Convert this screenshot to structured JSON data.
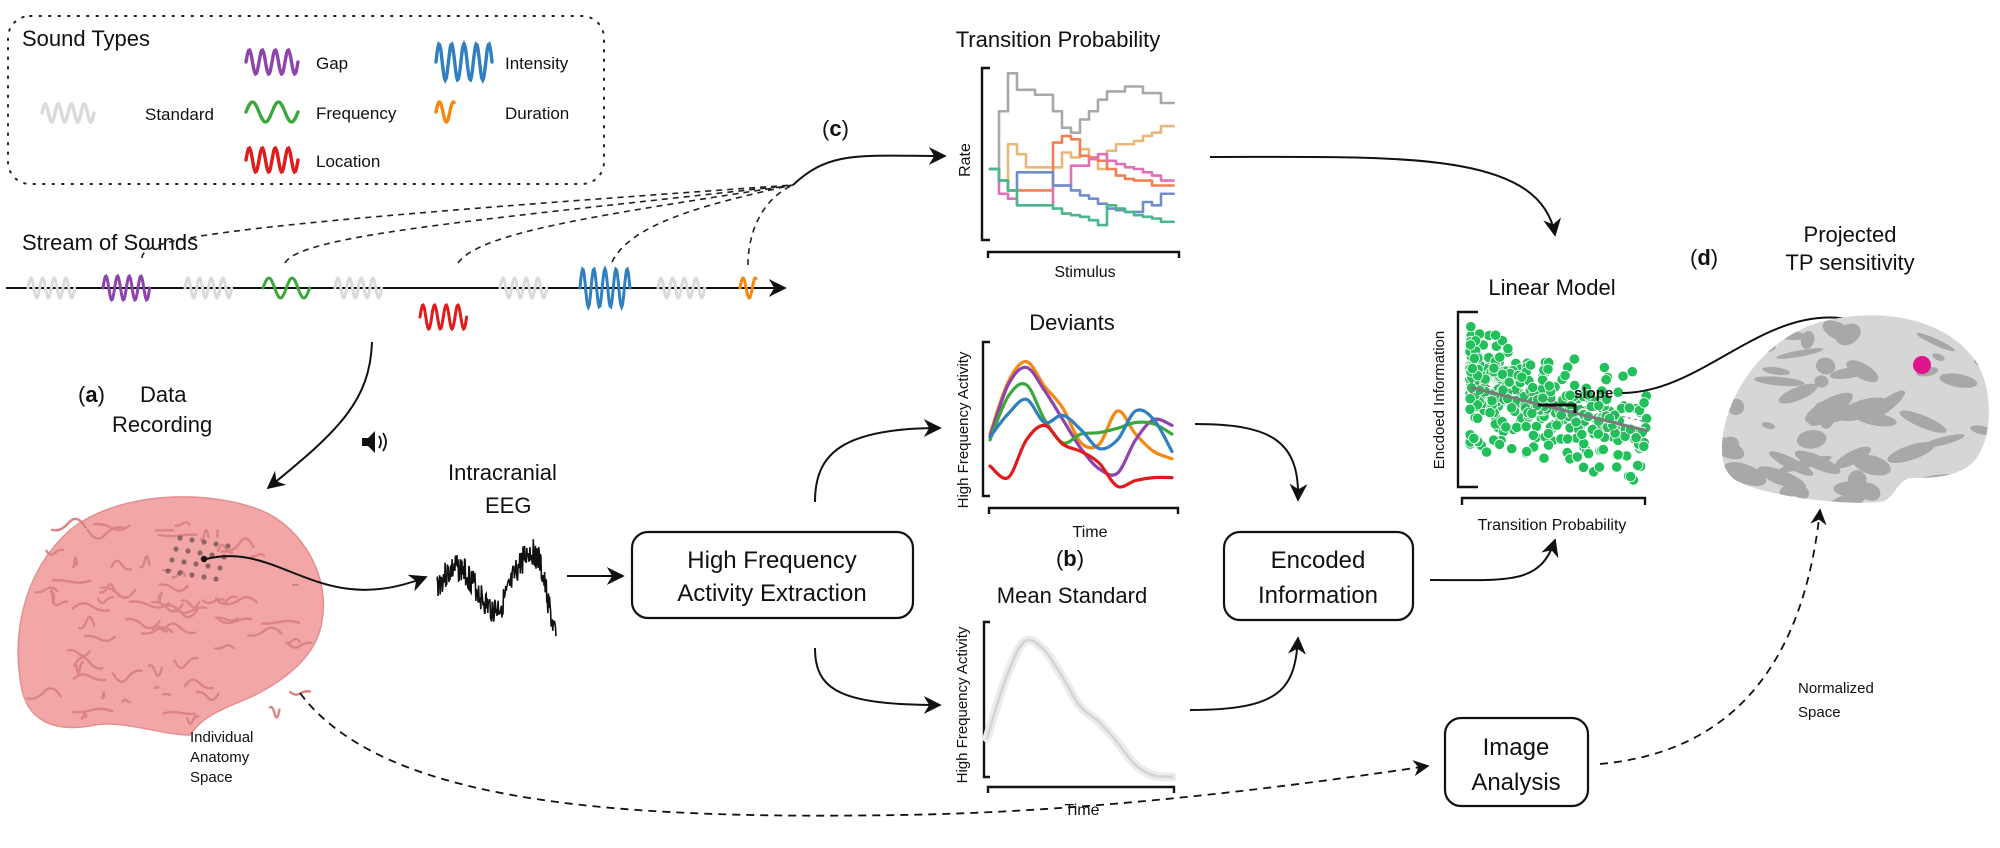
{
  "legend": {
    "title": "Sound Types",
    "items": [
      {
        "label": "Standard",
        "color": "#dadada",
        "icon": "standard-wave-icon"
      },
      {
        "label": "Gap",
        "color": "#8e44ad",
        "icon": "gap-wave-icon"
      },
      {
        "label": "Frequency",
        "color": "#3aa83a",
        "icon": "frequency-wave-icon"
      },
      {
        "label": "Location",
        "color": "#e01b1b",
        "icon": "location-wave-icon"
      },
      {
        "label": "Intensity",
        "color": "#2f7fc1",
        "icon": "intensity-wave-icon"
      },
      {
        "label": "Duration",
        "color": "#f5890f",
        "icon": "duration-wave-icon"
      }
    ]
  },
  "stream": {
    "label": "Stream of Sounds",
    "sequence": [
      "Standard",
      "Gap",
      "Standard",
      "Frequency",
      "Standard",
      "Location",
      "Standard",
      "Intensity",
      "Standard",
      "Duration"
    ]
  },
  "panels": {
    "a": {
      "tag": "a",
      "title_line1": "Data",
      "title_line2": "Recording"
    },
    "b": {
      "tag": "b"
    },
    "c": {
      "tag": "c"
    },
    "d": {
      "tag": "d"
    }
  },
  "labels": {
    "individual_space": [
      "Individual",
      "Anatomy",
      "Space"
    ],
    "eeg": [
      "Intracranial",
      "EEG"
    ],
    "normalized_space": [
      "Normalized",
      "Space"
    ],
    "projected": [
      "Projected",
      "TP sensitivity"
    ],
    "slope": "slope"
  },
  "boxes": {
    "hfa": [
      "High Frequency",
      "Activity Extraction"
    ],
    "encoded": [
      "Encoded",
      "Information"
    ],
    "image_analysis": [
      "Image",
      "Analysis"
    ]
  },
  "colors": {
    "brain_pink": "#f2a7a6",
    "inflated_light": "#d9d9d9",
    "inflated_dark": "#a9a9a9",
    "tp_marker": "#e0148c",
    "scatter_green": "#22c05a"
  },
  "chart_data": [
    {
      "id": "transition-probability",
      "type": "line",
      "title": "Transition Probability",
      "xlabel": "Stimulus",
      "ylabel": "Rate",
      "step": true,
      "ylim": [
        0,
        1
      ],
      "x": [
        0,
        1,
        2,
        3,
        4,
        5,
        6,
        7,
        8,
        9,
        10,
        11,
        12,
        13,
        14,
        15,
        16,
        17,
        18,
        19,
        20
      ],
      "series": [
        {
          "name": "Standard",
          "color": "#a8a8a8",
          "values": [
            0.4,
            0.75,
            0.98,
            0.88,
            0.88,
            0.85,
            0.85,
            0.75,
            0.65,
            0.62,
            0.7,
            0.75,
            0.82,
            0.87,
            0.87,
            0.9,
            0.9,
            0.86,
            0.86,
            0.8,
            0.8
          ]
        },
        {
          "name": "Duration",
          "color": "#e6b97a",
          "values": [
            0.4,
            0.33,
            0.55,
            0.49,
            0.41,
            0.41,
            0.41,
            0.41,
            0.5,
            0.47,
            0.52,
            0.46,
            0.4,
            0.51,
            0.55,
            0.55,
            0.57,
            0.6,
            0.62,
            0.66,
            0.66
          ]
        },
        {
          "name": "Location",
          "color": "#f08050",
          "values": [
            0.4,
            0.33,
            0.27,
            0.27,
            0.27,
            0.27,
            0.27,
            0.56,
            0.6,
            0.58,
            0.48,
            0.47,
            0.45,
            0.4,
            0.36,
            0.34,
            0.33,
            0.33,
            0.3,
            0.3,
            0.3
          ]
        },
        {
          "name": "Gap",
          "color": "#e070b8",
          "values": [
            0.4,
            0.25,
            0.22,
            0.18,
            0.18,
            0.18,
            0.18,
            0.3,
            0.3,
            0.42,
            0.42,
            0.46,
            0.49,
            0.45,
            0.43,
            0.41,
            0.4,
            0.38,
            0.36,
            0.33,
            0.33
          ]
        },
        {
          "name": "Intensity",
          "color": "#6f8ccc",
          "values": [
            0.4,
            0.33,
            0.27,
            0.38,
            0.38,
            0.38,
            0.38,
            0.3,
            0.3,
            0.27,
            0.24,
            0.22,
            0.19,
            0.16,
            0.15,
            0.14,
            0.14,
            0.2,
            0.18,
            0.25,
            0.25
          ]
        },
        {
          "name": "Frequency",
          "color": "#4cb68c",
          "values": [
            0.4,
            0.33,
            0.27,
            0.18,
            0.18,
            0.18,
            0.18,
            0.16,
            0.13,
            0.12,
            0.11,
            0.09,
            0.06,
            0.18,
            0.16,
            0.14,
            0.12,
            0.11,
            0.1,
            0.08,
            0.08
          ]
        }
      ]
    },
    {
      "id": "deviants",
      "type": "line",
      "title": "Deviants",
      "xlabel": "Time",
      "ylabel": "High Frequency Activity",
      "ylim": [
        0,
        1
      ],
      "x": [
        0,
        0.1,
        0.2,
        0.3,
        0.4,
        0.5,
        0.6,
        0.7,
        0.8,
        0.9,
        1.0
      ],
      "series": [
        {
          "name": "Duration",
          "color": "#f5890f",
          "values": [
            0.42,
            0.78,
            0.92,
            0.75,
            0.6,
            0.36,
            0.35,
            0.58,
            0.42,
            0.3,
            0.25
          ]
        },
        {
          "name": "Gap",
          "color": "#8e44ad",
          "values": [
            0.4,
            0.76,
            0.88,
            0.72,
            0.52,
            0.32,
            0.18,
            0.15,
            0.38,
            0.52,
            0.48
          ]
        },
        {
          "name": "Frequency",
          "color": "#3aa83a",
          "values": [
            0.38,
            0.68,
            0.76,
            0.52,
            0.36,
            0.42,
            0.43,
            0.46,
            0.5,
            0.49,
            0.42
          ]
        },
        {
          "name": "Intensity",
          "color": "#2f7fc1",
          "values": [
            0.4,
            0.56,
            0.66,
            0.5,
            0.55,
            0.45,
            0.32,
            0.38,
            0.58,
            0.52,
            0.3
          ]
        },
        {
          "name": "Location",
          "color": "#e01b1b",
          "values": [
            0.2,
            0.12,
            0.38,
            0.48,
            0.35,
            0.3,
            0.22,
            0.06,
            0.1,
            0.12,
            0.12
          ]
        }
      ]
    },
    {
      "id": "mean-standard",
      "type": "line",
      "title": "Mean Standard",
      "xlabel": "Time",
      "ylabel": "High Frequency Activity",
      "ylim": [
        0,
        1
      ],
      "x": [
        0,
        0.1,
        0.2,
        0.3,
        0.4,
        0.5,
        0.6,
        0.7,
        0.8,
        0.9,
        1.0
      ],
      "series": [
        {
          "name": "Standard",
          "color": "#d4d4d4",
          "values": [
            0.27,
            0.65,
            0.89,
            0.85,
            0.68,
            0.48,
            0.38,
            0.25,
            0.1,
            0.03,
            0.02
          ]
        }
      ]
    },
    {
      "id": "linear-model",
      "type": "scatter",
      "title": "Linear Model",
      "xlabel": "Transition Probability",
      "ylabel": "Encdoed Information",
      "xlim": [
        0,
        1
      ],
      "ylim": [
        0,
        1
      ],
      "annotation": "slope",
      "regression": {
        "intercept": 0.57,
        "slope": -0.25
      },
      "point_count": 400,
      "point_color": "#22c05a"
    }
  ]
}
